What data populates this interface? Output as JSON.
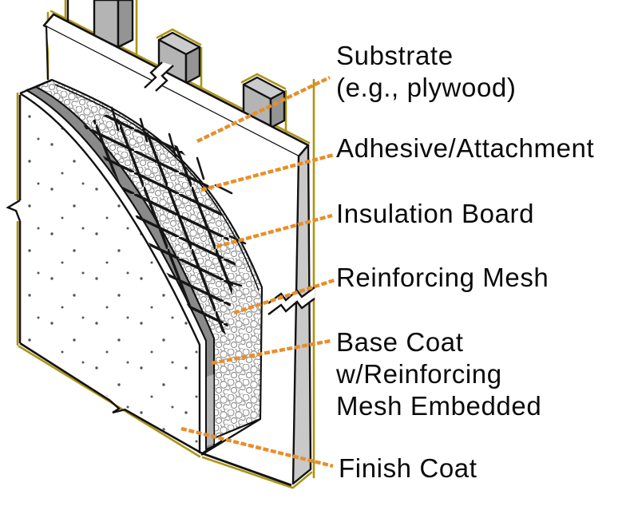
{
  "diagram": {
    "kind": "EIFS wall assembly cutaway diagram",
    "callouts": {
      "substrate": {
        "line1": "Substrate",
        "line2": "(e.g., plywood)"
      },
      "adhesive": {
        "line1": "Adhesive/Attachment"
      },
      "insulation": {
        "line1": "Insulation Board"
      },
      "reinforcing_mesh": {
        "line1": "Reinforcing Mesh"
      },
      "base_coat": {
        "line1": "Base Coat",
        "line2": "w/Reinforcing",
        "line3": "Mesh Embedded"
      },
      "finish_coat": {
        "line1": "Finish Coat"
      }
    },
    "colors": {
      "leader_line": "#E88E2A",
      "outline": "#1A1A1A",
      "shadow_accent": "#AD9414",
      "base_coat_fill": "#8A8A8A",
      "base_coat_edge_fill": "#B5B5B5",
      "substrate_end_face": "#C9C9C9",
      "stud_top": "#CBCBCB",
      "stud_front": "#B4B4B4",
      "stud_side": "#949494"
    }
  }
}
